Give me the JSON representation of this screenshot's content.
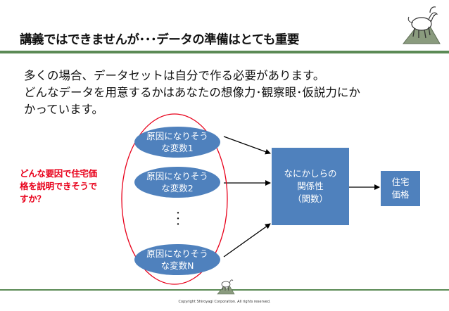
{
  "title": "講義ではできませんが･･･データの準備はとても重要",
  "body": [
    "多くの場合、データセットは自分で作る必要があります。",
    "どんなデータを用意するかはあなたの想像力･観察眼･仮説力にか",
    "かっています。"
  ],
  "question": [
    "どんな要因で住宅価",
    "格を説明できそうで",
    "すか？"
  ],
  "causes": [
    {
      "line1": "原因になりそう",
      "line2": "な変数1"
    },
    {
      "line1": "原因になりそう",
      "line2": "な変数2"
    },
    {
      "line1": "原因になりそう",
      "line2": "な変数N"
    }
  ],
  "ellipsis": [
    "･",
    "･",
    "･"
  ],
  "function_box": [
    "なにかしらの",
    "関係性",
    "（関数）"
  ],
  "result_box": [
    "住宅",
    "価格"
  ],
  "copyright": "Copyright Shiroyagi Corporation. All rights reserved.",
  "colors": {
    "box": "#4f81bd",
    "highlight": "#e8001a",
    "accent_line": "#5b8a55"
  },
  "icons": [
    "goat-logo-icon",
    "goat-footer-icon"
  ]
}
